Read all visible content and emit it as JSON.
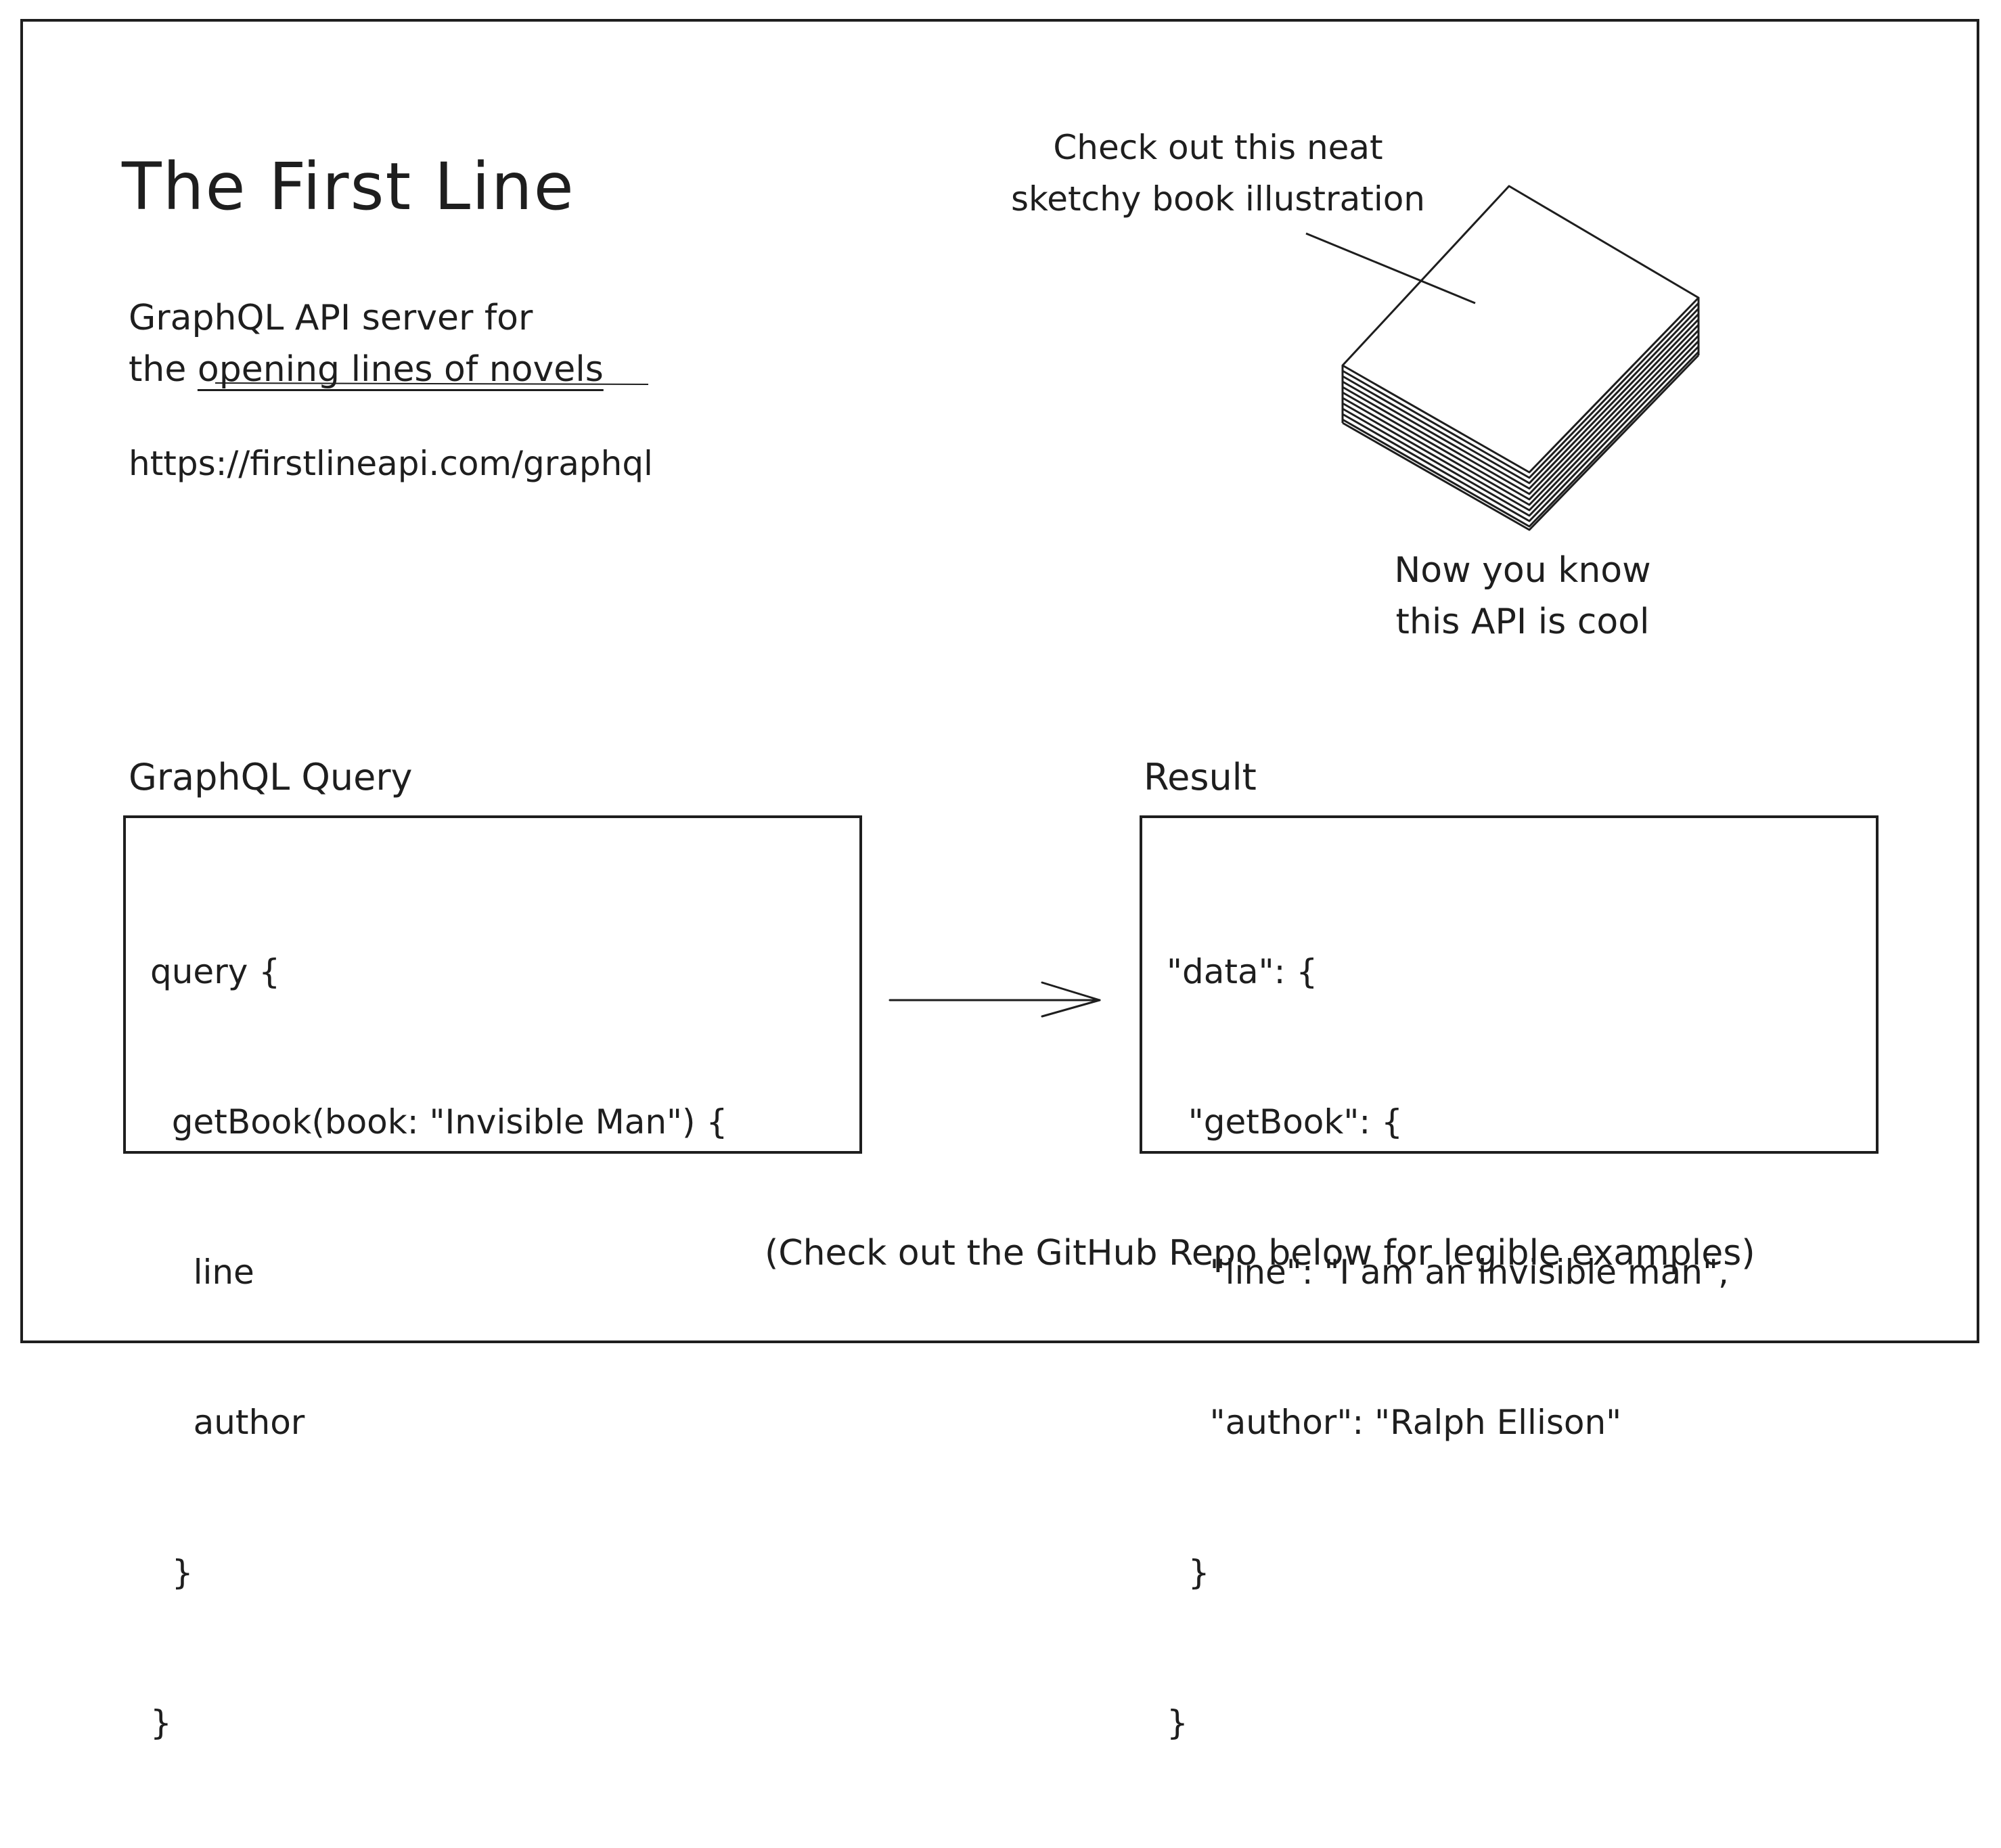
{
  "title": "The First Line",
  "subtitle": {
    "line1": "GraphQL API server for",
    "line2_prefix": "the ",
    "line2_underlined": "opening lines of novels"
  },
  "url": "https://firstlineapi.com/graphql",
  "callout_top": {
    "line1": "Check out this neat",
    "line2": "sketchy book illustration"
  },
  "callout_bottom": {
    "line1": "Now you know",
    "line2": "this API is cool"
  },
  "query_panel": {
    "label": "GraphQL Query",
    "lines": [
      "query {",
      "  getBook(book: \"Invisible Man\") {",
      "    line",
      "    author",
      "  }",
      "}"
    ]
  },
  "result_panel": {
    "label": "Result",
    "lines": [
      "\"data\": {",
      "  \"getBook\": {",
      "    \"line\": \"I am an invisible man\",",
      "    \"author\": \"Ralph Ellison\"",
      "  }",
      "}"
    ]
  },
  "footer": "(Check out the GitHub Repo below for legible examples)",
  "colors": {
    "ink": "#1e1e1e",
    "background": "#ffffff"
  }
}
